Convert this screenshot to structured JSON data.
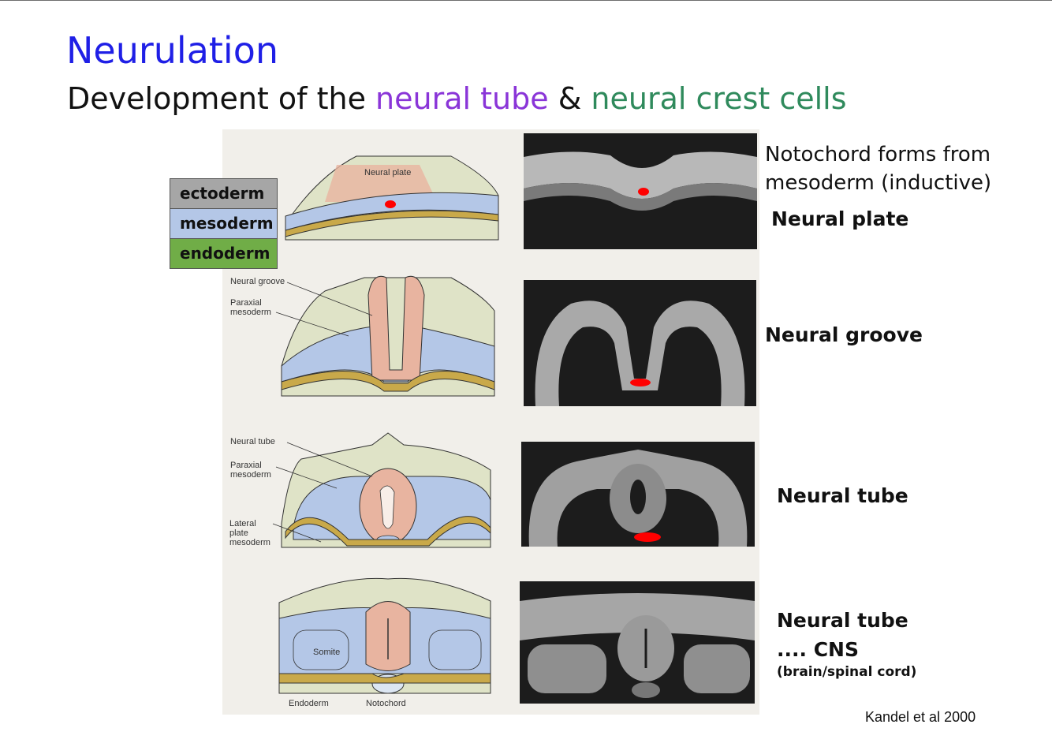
{
  "slide": {
    "title": "Neurulation",
    "subtitle_prefix": "Development of the ",
    "subtitle_term1": "neural tube",
    "subtitle_amp": " & ",
    "subtitle_term2": "neural crest cells"
  },
  "legend": {
    "items": [
      {
        "label": "ectoderm",
        "color": "#a6a6a6"
      },
      {
        "label": "mesoderm",
        "color": "#b4c7e7"
      },
      {
        "label": "endoderm",
        "color": "#70ad47"
      }
    ]
  },
  "diagram_labels": {
    "neural_plate": "Neural plate",
    "neural_groove": "Neural groove",
    "paraxial_mesoderm_1": "Paraxial\nmesoderm",
    "neural_tube": "Neural tube",
    "paraxial_mesoderm_2": "Paraxial\nmesoderm",
    "lateral_plate_mesoderm": "Lateral\nplate\nmesoderm",
    "somite": "Somite",
    "endoderm": "Endoderm",
    "notochord": "Notochord"
  },
  "stages": {
    "note": "Notochord forms from\nmesoderm (inductive)",
    "neural_plate": "Neural plate",
    "neural_groove": "Neural groove",
    "neural_tube": "Neural tube",
    "neural_tube_2": "Neural tube",
    "cns": ".... CNS",
    "cns_detail": "(brain/spinal cord)"
  },
  "credit": "Kandel et al 2000",
  "colors": {
    "title": "#1f1fe6",
    "term1": "#8a35d8",
    "term2": "#2f8a5c",
    "notochord_marker": "#ff0000",
    "neural_tissue": "#e8b4a0",
    "yolk": "#c9a94a"
  }
}
